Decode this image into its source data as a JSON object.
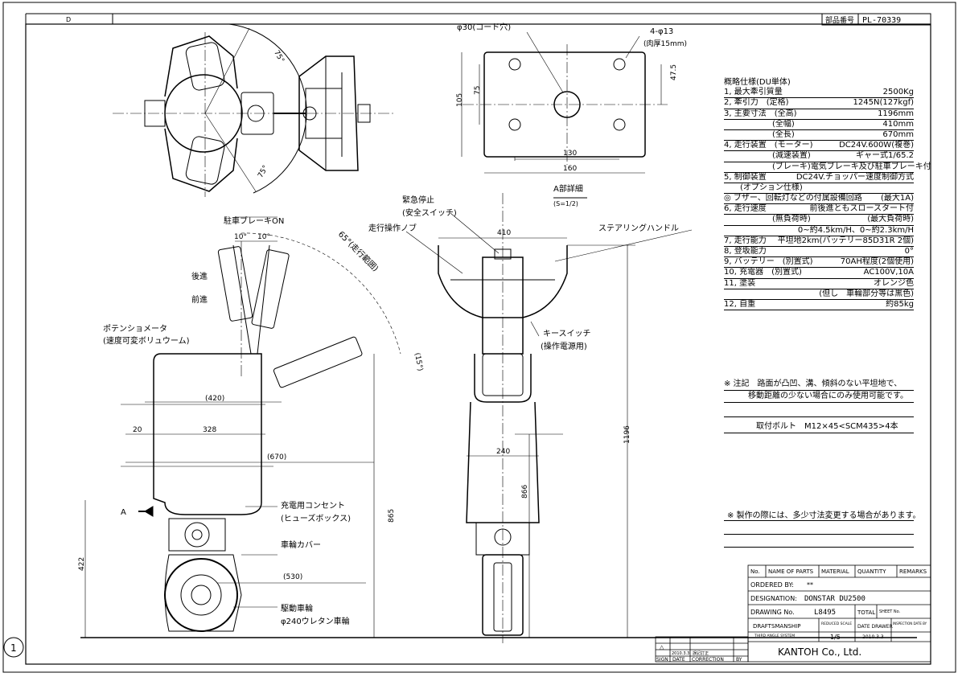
{
  "sheet": {
    "zone_label": "D",
    "part_no_label": "部品番号",
    "part_no": "PL-70339",
    "sheet_circle": "1"
  },
  "top_view": {
    "angle_upper": "75°",
    "angle_lower": "75°"
  },
  "detail_a": {
    "hole_label": "φ30(コード穴)",
    "bolt_holes_label": "4-φ13",
    "thickness_label": "(肉厚15mm)",
    "dim_105": "105",
    "dim_75": "75",
    "dim_47_5": "47.5",
    "dim_130": "130",
    "dim_160": "160",
    "title": "A部詳細",
    "scale": "(S=1/2)"
  },
  "side_view": {
    "park_brake_label": "駐車ブレーキON",
    "angle_10a": "10°",
    "angle_10b": "10°",
    "range_label": "65°(走行範囲)",
    "reverse_label": "後進",
    "forward_label": "前進",
    "pot_label": "ポテンショメータ",
    "pot_sub": "(速度可変ボリュウーム)",
    "angle_15": "(15°)",
    "dim_420": "(420)",
    "dim_20": "20",
    "dim_328": "328",
    "dim_670": "(670)",
    "dim_865": "865",
    "dim_422": "422",
    "dim_530": "(530)",
    "arrow_a": "A",
    "outlet_label": "充電用コンセント",
    "outlet_sub": "(ヒューズボックス)",
    "wheel_cover_label": "車輪カバー",
    "drive_wheel_label": "駆動車輪",
    "drive_wheel_sub": "φ240ウレタン車輪"
  },
  "front_view": {
    "estop_label": "緊急停止",
    "estop_sub": "(安全スイッチ)",
    "knob_label": "走行操作ノブ",
    "dim_410": "410",
    "handle_label": "ステアリングハンドル",
    "key_label": "キースイッチ",
    "key_sub": "(操作電源用)",
    "dim_240": "240",
    "dim_866": "866",
    "dim_1196": "1196"
  },
  "specs": {
    "title": "概略仕様(DU単体)",
    "rows": [
      {
        "label": "1, 最大牽引質量",
        "value": "2500Kg"
      },
      {
        "label": "2, 牽引力　(定格)",
        "value": "1245N(127kgf)"
      },
      {
        "label": "3, 主要寸法　(全高)",
        "value": "1196mm"
      },
      {
        "label": "　　　　　　(全幅)",
        "value": "410mm"
      },
      {
        "label": "　　　　　　(全長)",
        "value": "670mm"
      },
      {
        "label": "4, 走行装置　(モーター)",
        "value": "DC24V.600W(複巻)"
      },
      {
        "label": "　　　　　　(減速装置)",
        "value": "ギャー式1/65.2"
      },
      {
        "label": "　　　　　　(ブレーキ)",
        "value": "電気ブレーキ及び駐車ブレーキ付"
      },
      {
        "label": "5, 制御装置",
        "value": "DC24V.チョッパー速度制御方式"
      },
      {
        "label": "　　(オプション仕様)",
        "value": ""
      },
      {
        "label": "◎ ブザー、回転灯などの付属設備回路",
        "value": "(最大1A)"
      },
      {
        "label": "6, 走行速度",
        "value": "前後進ともスロースタート付"
      },
      {
        "label": "　　　　　　(無負荷時)",
        "value": "(最大負荷時)"
      },
      {
        "label": "",
        "value": "0~約4.5km/H、0~約2.3km/H"
      },
      {
        "label": "7, 走行能力",
        "value": "平坦地2km(バッテリー85D31R 2個)"
      },
      {
        "label": "8, 登坂能力",
        "value": "0°"
      },
      {
        "label": "9, バッテリー　(別置式)",
        "value": "70AH程度(2個使用)"
      },
      {
        "label": "10, 充電器　(別置式)",
        "value": "AC100V,10A"
      },
      {
        "label": "11, 塗装",
        "value": "オレンジ色"
      },
      {
        "label": "",
        "value": "(但し　車輪部分等は黒色)"
      },
      {
        "label": "12, 自重",
        "value": "約85kg"
      }
    ],
    "note1": "※ 注記　路面が凸凹、溝、傾斜のない平坦地で、",
    "note2": "　　　移動距離の少ない場合にのみ使用可能です。",
    "bolt": "取付ボルト　M12×45<SCM435>4本",
    "mfg_note": "※ 製作の際には、多少寸法変更する場合があります。"
  },
  "title_block": {
    "h_no": "No.",
    "h_name": "NAME OF PARTS",
    "h_material": "MATERIAL",
    "h_quantity": "QUANTITY",
    "h_remarks": "REMARKS",
    "ordered_label": "ORDERED BY:",
    "ordered_value": "**",
    "designation_label": "DESIGNATION:",
    "designation_value": "DONSTAR DU2500",
    "drawing_label": "DRAWING No.",
    "drawing_value": "L8495",
    "total_label": "TOTAL",
    "sheet_label": "SHEET No.",
    "draftsmanship": "DRAFTSMANSHIP",
    "reduced_scale": "REDUCED SCALE",
    "date_drawer": "DATE DRAWER",
    "inspection": "INSPECTION DATE BY",
    "projection": "THIRD ANGLE SYSTEM",
    "scale_value": "1/5",
    "date_value": "2010.3.3",
    "company": "KANTOH Co., Ltd.",
    "rev_mark": "△",
    "rev_date": "2010.3.3",
    "rev_desc": "誤記訂正",
    "rev_sign": "SIGN",
    "rev_date_h": "DATE",
    "rev_corr_h": "CORRECTION",
    "rev_by_h": "BY"
  }
}
